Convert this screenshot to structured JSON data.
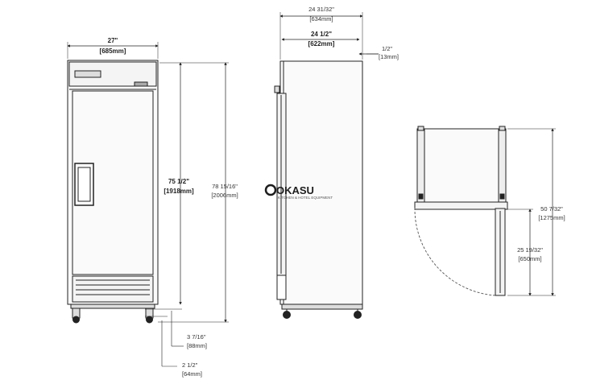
{
  "front_view": {
    "width": {
      "imperial": "27\"",
      "metric": "[685mm]"
    },
    "height_body": {
      "imperial": "75 1/2\"",
      "metric": "[1918mm]"
    },
    "height_total": {
      "imperial": "78 15/16\"",
      "metric": "[2006mm]"
    },
    "caster_height": {
      "imperial": "3 7/16\"",
      "metric": "[88mm]"
    },
    "caster_offset": {
      "imperial": "2 1/2\"",
      "metric": "[64mm]"
    }
  },
  "side_view": {
    "depth_total": {
      "imperial": "24 31/32\"",
      "metric": "[634mm]"
    },
    "depth_body": {
      "imperial": "24 1/2\"",
      "metric": "[622mm]"
    },
    "door_thickness": {
      "imperial": "1/2\"",
      "metric": "[13mm]"
    }
  },
  "top_view": {
    "door_swing_total": {
      "imperial": "50 7/32\"",
      "metric": "[1275mm]"
    },
    "door_width": {
      "imperial": "25 19/32\"",
      "metric": "[650mm]"
    }
  },
  "watermark": {
    "brand": "OKASU",
    "tagline": "KITCHEN & HOTEL EQUIPMENT"
  },
  "colors": {
    "line": "#222222",
    "door_swing": "#555555",
    "panel_fill": "#f4f4f4"
  }
}
